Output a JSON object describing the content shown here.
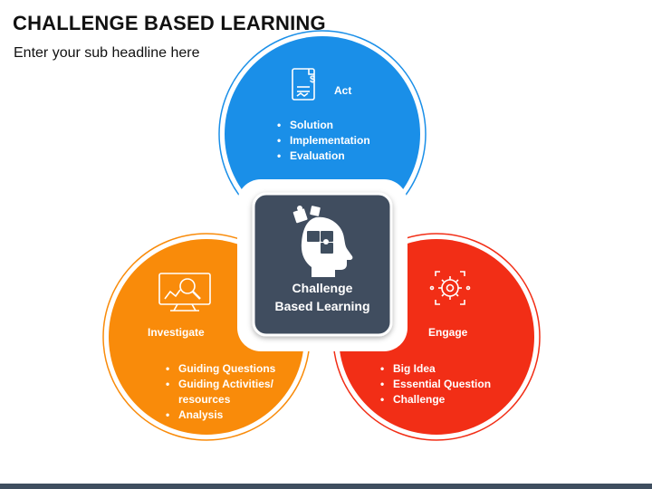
{
  "header": {
    "title": "CHALLENGE BASED LEARNING",
    "subtitle": "Enter your sub headline here"
  },
  "center": {
    "label_line1": "Challenge",
    "label_line2": "Based Learning",
    "icon": "head-puzzle-icon",
    "color": "#3f4e5f"
  },
  "sections": {
    "act": {
      "label": "Act",
      "icon": "document-dollar-icon",
      "color": "#1a8fe8",
      "items": [
        "Solution",
        "Implementation",
        "Evaluation"
      ]
    },
    "investigate": {
      "label": "Investigate",
      "icon": "monitor-search-icon",
      "color": "#f98b0a",
      "items": [
        "Guiding Questions",
        "Guiding Activities/",
        "resources",
        "Analysis"
      ]
    },
    "engage": {
      "label": "Engage",
      "icon": "gear-network-icon",
      "color": "#f22e16",
      "items": [
        "Big Idea",
        "Essential Question",
        "Challenge"
      ]
    }
  }
}
